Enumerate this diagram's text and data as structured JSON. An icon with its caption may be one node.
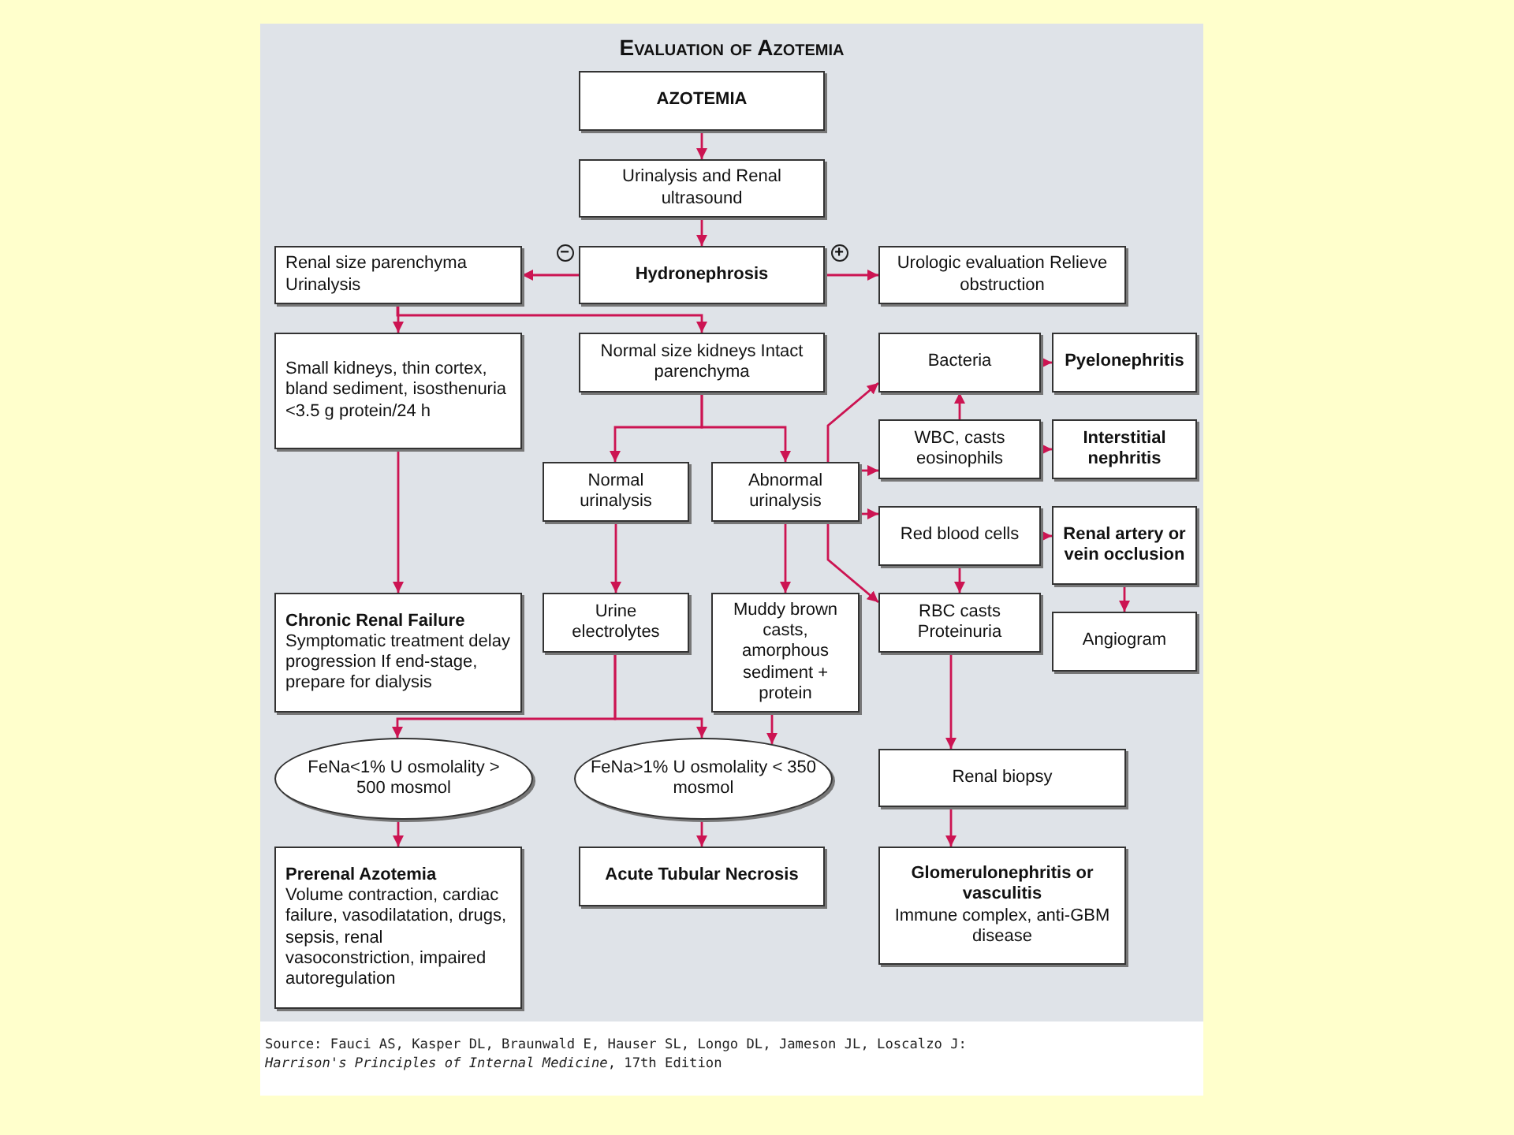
{
  "diagram": {
    "title": "Evaluation of Azotemia",
    "nodes": [
      {
        "text": [
          "AZOTEMIA"
        ]
      },
      {
        "text": [
          "Urinalysis and Renal ultrasound"
        ]
      },
      {
        "text": [
          "Renal size parenchyma Urinalysis"
        ]
      },
      {
        "text": [
          "Hydronephrosis"
        ]
      },
      {
        "text": [
          "Urologic evaluation Relieve obstruction"
        ]
      },
      {
        "text": [
          "Small kidneys, thin cortex, bland sediment, isosthenuria <3.5 g protein/24 h"
        ]
      },
      {
        "text": [
          "Normal size kidneys Intact parenchyma"
        ]
      },
      {
        "text": [
          "Bacteria"
        ]
      },
      {
        "text": [
          "Pyelonephritis"
        ]
      },
      {
        "text": [
          "Normal urinalysis"
        ]
      },
      {
        "text": [
          "Abnormal urinalysis"
        ]
      },
      {
        "text": [
          "WBC, casts eosinophils"
        ]
      },
      {
        "text": [
          "Interstitial nephritis"
        ]
      },
      {
        "text": [
          "Red blood cells"
        ]
      },
      {
        "text": [
          "Renal artery or vein occlusion"
        ]
      },
      {
        "text": [
          "Chronic Renal Failure",
          "Symptomatic treatment delay progression If end-stage, prepare for dialysis"
        ]
      },
      {
        "text": [
          "Urine electrolytes"
        ]
      },
      {
        "text": [
          "Muddy brown casts, amorphous sediment + protein"
        ]
      },
      {
        "text": [
          "RBC casts Proteinuria"
        ]
      },
      {
        "text": [
          "Angiogram"
        ]
      },
      {
        "text": [
          "FeNa<1% U osmolality > 500 mosmol"
        ]
      },
      {
        "text": [
          "FeNa>1% U osmolality < 350 mosmol"
        ]
      },
      {
        "text": [
          "Renal biopsy"
        ]
      },
      {
        "text": [
          "Prerenal Azotemia",
          "Volume contraction, cardiac failure, vasodilatation, drugs, sepsis, renal vasoconstriction, impaired autoregulation"
        ]
      },
      {
        "text": [
          "Acute Tubular Necrosis"
        ]
      },
      {
        "text": [
          "Glomerulonephritis or vasculitis",
          "Immune complex, anti-GBM disease"
        ]
      }
    ],
    "edges": [
      {
        "from": 0,
        "to": 1,
        "arrow": "to"
      },
      {
        "from": 1,
        "to": 3,
        "arrow": "to"
      },
      {
        "from": 3,
        "to": 2,
        "arrow": "to",
        "label": "−"
      },
      {
        "from": 3,
        "to": 4,
        "arrow": "to",
        "label": "+"
      },
      {
        "from": 2,
        "to": 5,
        "arrow": "to"
      },
      {
        "from": 2,
        "to": 6,
        "arrow": "to"
      },
      {
        "from": 5,
        "to": 15,
        "arrow": "to"
      },
      {
        "from": 6,
        "to": 9,
        "arrow": "to"
      },
      {
        "from": 6,
        "to": 10,
        "arrow": "to"
      },
      {
        "from": 10,
        "to": 7,
        "arrow": "to"
      },
      {
        "from": 10,
        "to": 11,
        "arrow": "to"
      },
      {
        "from": 10,
        "to": 13,
        "arrow": "to"
      },
      {
        "from": 10,
        "to": 18,
        "arrow": "to"
      },
      {
        "from": 11,
        "to": 7,
        "arrow": "to"
      },
      {
        "from": 7,
        "to": 8,
        "arrow": "to"
      },
      {
        "from": 11,
        "to": 12,
        "arrow": "to"
      },
      {
        "from": 13,
        "to": 14,
        "arrow": "to"
      },
      {
        "from": 13,
        "to": 18,
        "arrow": "to"
      },
      {
        "from": 14,
        "to": 19,
        "arrow": "to"
      },
      {
        "from": 9,
        "to": 16,
        "arrow": "to"
      },
      {
        "from": 10,
        "to": 17,
        "arrow": "to"
      },
      {
        "from": 16,
        "to": 20,
        "arrow": "to"
      },
      {
        "from": 16,
        "to": 21,
        "arrow": "to"
      },
      {
        "from": 17,
        "to": 21,
        "arrow": "to"
      },
      {
        "from": 18,
        "to": 22,
        "arrow": "to"
      },
      {
        "from": 20,
        "to": 23,
        "arrow": "to"
      },
      {
        "from": 21,
        "to": 24,
        "arrow": "to"
      },
      {
        "from": 22,
        "to": 25,
        "arrow": "to"
      }
    ],
    "labels": [
      "Source: Fauci AS, Kasper DL, Braunwald E, Hauser SL, Longo DL, Jameson JL, Loscalzo J:",
      "*Harrison's Principles of Internal Medicine*, 17th Edition"
    ]
  }
}
